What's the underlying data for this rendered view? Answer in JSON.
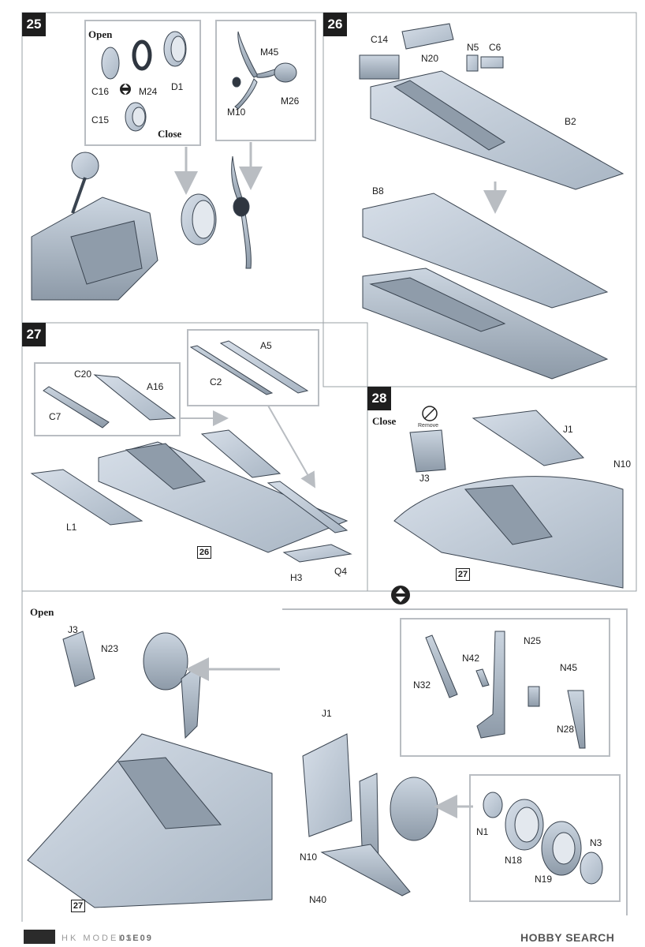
{
  "steps": {
    "s25": {
      "number": "25",
      "open": "Open",
      "close": "Close",
      "parts": {
        "C16": "C16",
        "M24": "M24",
        "D1": "D1",
        "C15": "C15",
        "M45": "M45",
        "M10": "M10",
        "M26": "M26"
      }
    },
    "s26": {
      "number": "26",
      "parts": {
        "C14": "C14",
        "N20": "N20",
        "N5": "N5",
        "C6": "C6",
        "B2": "B2",
        "B8": "B8"
      }
    },
    "s27": {
      "number": "27",
      "parts": {
        "A5": "A5",
        "C2": "C2",
        "C20": "C20",
        "A16": "A16",
        "C7": "C7",
        "L1": "L1",
        "H3": "H3",
        "Q4": "Q4"
      },
      "ref": "26"
    },
    "s28": {
      "number": "28",
      "close": "Close",
      "remove": "Remove",
      "parts": {
        "J1": "J1",
        "N10": "N10",
        "J3": "J3"
      },
      "ref": "27"
    },
    "open_view": {
      "open": "Open",
      "parts": {
        "J3": "J3",
        "N23": "N23",
        "N25": "N25",
        "N42": "N42",
        "N32": "N32",
        "N45": "N45",
        "N28": "N28",
        "J1": "J1",
        "N10": "N10",
        "N40": "N40",
        "N1": "N1",
        "N18": "N18",
        "N19": "N19",
        "N3": "N3"
      },
      "ref": "27"
    }
  },
  "footer": {
    "brand": "HK MODELS",
    "code": "01E09",
    "watermark": "HOBBY SEARCH"
  },
  "colors": {
    "part_fill": "#c3cfdc",
    "part_stroke": "#3a4450",
    "frame": "#b9bdc2",
    "step_bg": "#1e1e1e"
  }
}
